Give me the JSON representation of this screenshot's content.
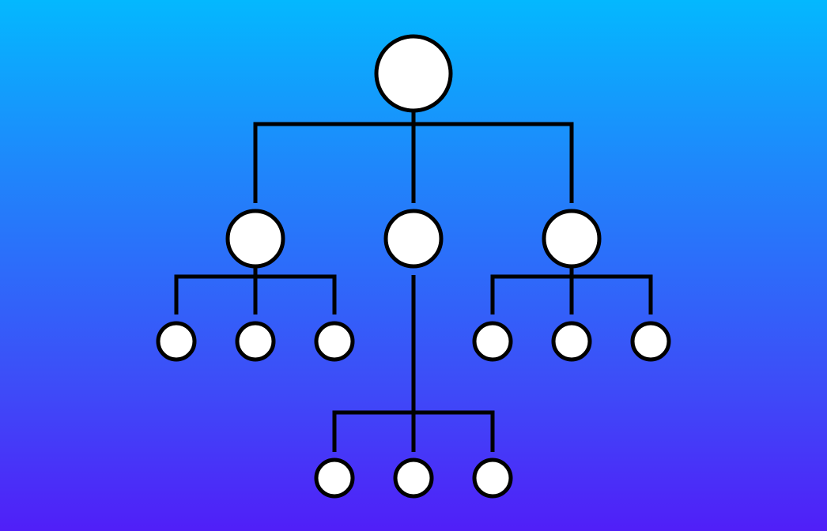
{
  "diagram": {
    "type": "tree",
    "colors": {
      "background_top": "#04b8fe",
      "background_bottom": "#501ff8",
      "node_fill": "#ffffff",
      "line": "#000000"
    },
    "nodes": [
      {
        "id": "root",
        "level": 0
      },
      {
        "id": "left",
        "level": 1,
        "parent": "root"
      },
      {
        "id": "middle",
        "level": 1,
        "parent": "root"
      },
      {
        "id": "right",
        "level": 1,
        "parent": "root"
      },
      {
        "id": "left-1",
        "level": 2,
        "parent": "left"
      },
      {
        "id": "left-2",
        "level": 2,
        "parent": "left"
      },
      {
        "id": "left-3",
        "level": 2,
        "parent": "left"
      },
      {
        "id": "right-1",
        "level": 2,
        "parent": "right"
      },
      {
        "id": "right-2",
        "level": 2,
        "parent": "right"
      },
      {
        "id": "right-3",
        "level": 2,
        "parent": "right"
      },
      {
        "id": "middle-1",
        "level": 3,
        "parent": "middle"
      },
      {
        "id": "middle-2",
        "level": 3,
        "parent": "middle"
      },
      {
        "id": "middle-3",
        "level": 3,
        "parent": "middle"
      }
    ]
  }
}
